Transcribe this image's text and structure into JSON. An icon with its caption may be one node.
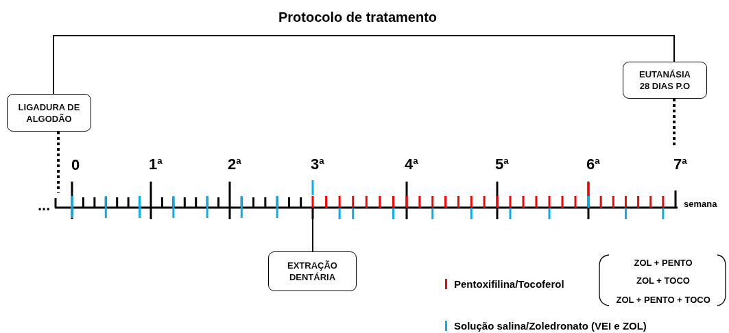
{
  "diagram": {
    "title": "Protocolo de tratamento",
    "nodes": [
      {
        "text": [
          "LIGADURA DE ALGODÃO"
        ]
      },
      {
        "text": [
          "EUTANÁSIA 28 DIAS P.O"
        ]
      },
      {
        "text": [
          "EXTRAÇÃO DENTÁRIA"
        ]
      }
    ],
    "edges": [
      {
        "from": 0,
        "to": 1,
        "arrow": "none"
      },
      {
        "from": 0,
        "to": null,
        "arrow": "none",
        "style": "dashed"
      },
      {
        "from": 1,
        "to": null,
        "arrow": "none",
        "style": "dashed"
      },
      {
        "from": 2,
        "to": null,
        "arrow": "none"
      }
    ],
    "labels": [
      "0",
      "1$^{a}$",
      "2$^{a}$",
      "3$^{a}$",
      "4$^{a}$",
      "5$^{a}$",
      "6$^{a}$",
      "7$^{a}$",
      "...",
      "semana",
      "ZOL + PENTO",
      "ZOL + TOCO",
      "ZOL + PENTO + TOCO"
    ],
    "legend": [
      {
        "text": "Pentoxifilina/Tocoferol",
        "color": "#ff0000"
      },
      {
        "text": "Solução salina/Zoledronato (VEI e ZOL)",
        "color": "#00b0f0"
      }
    ]
  }
}
